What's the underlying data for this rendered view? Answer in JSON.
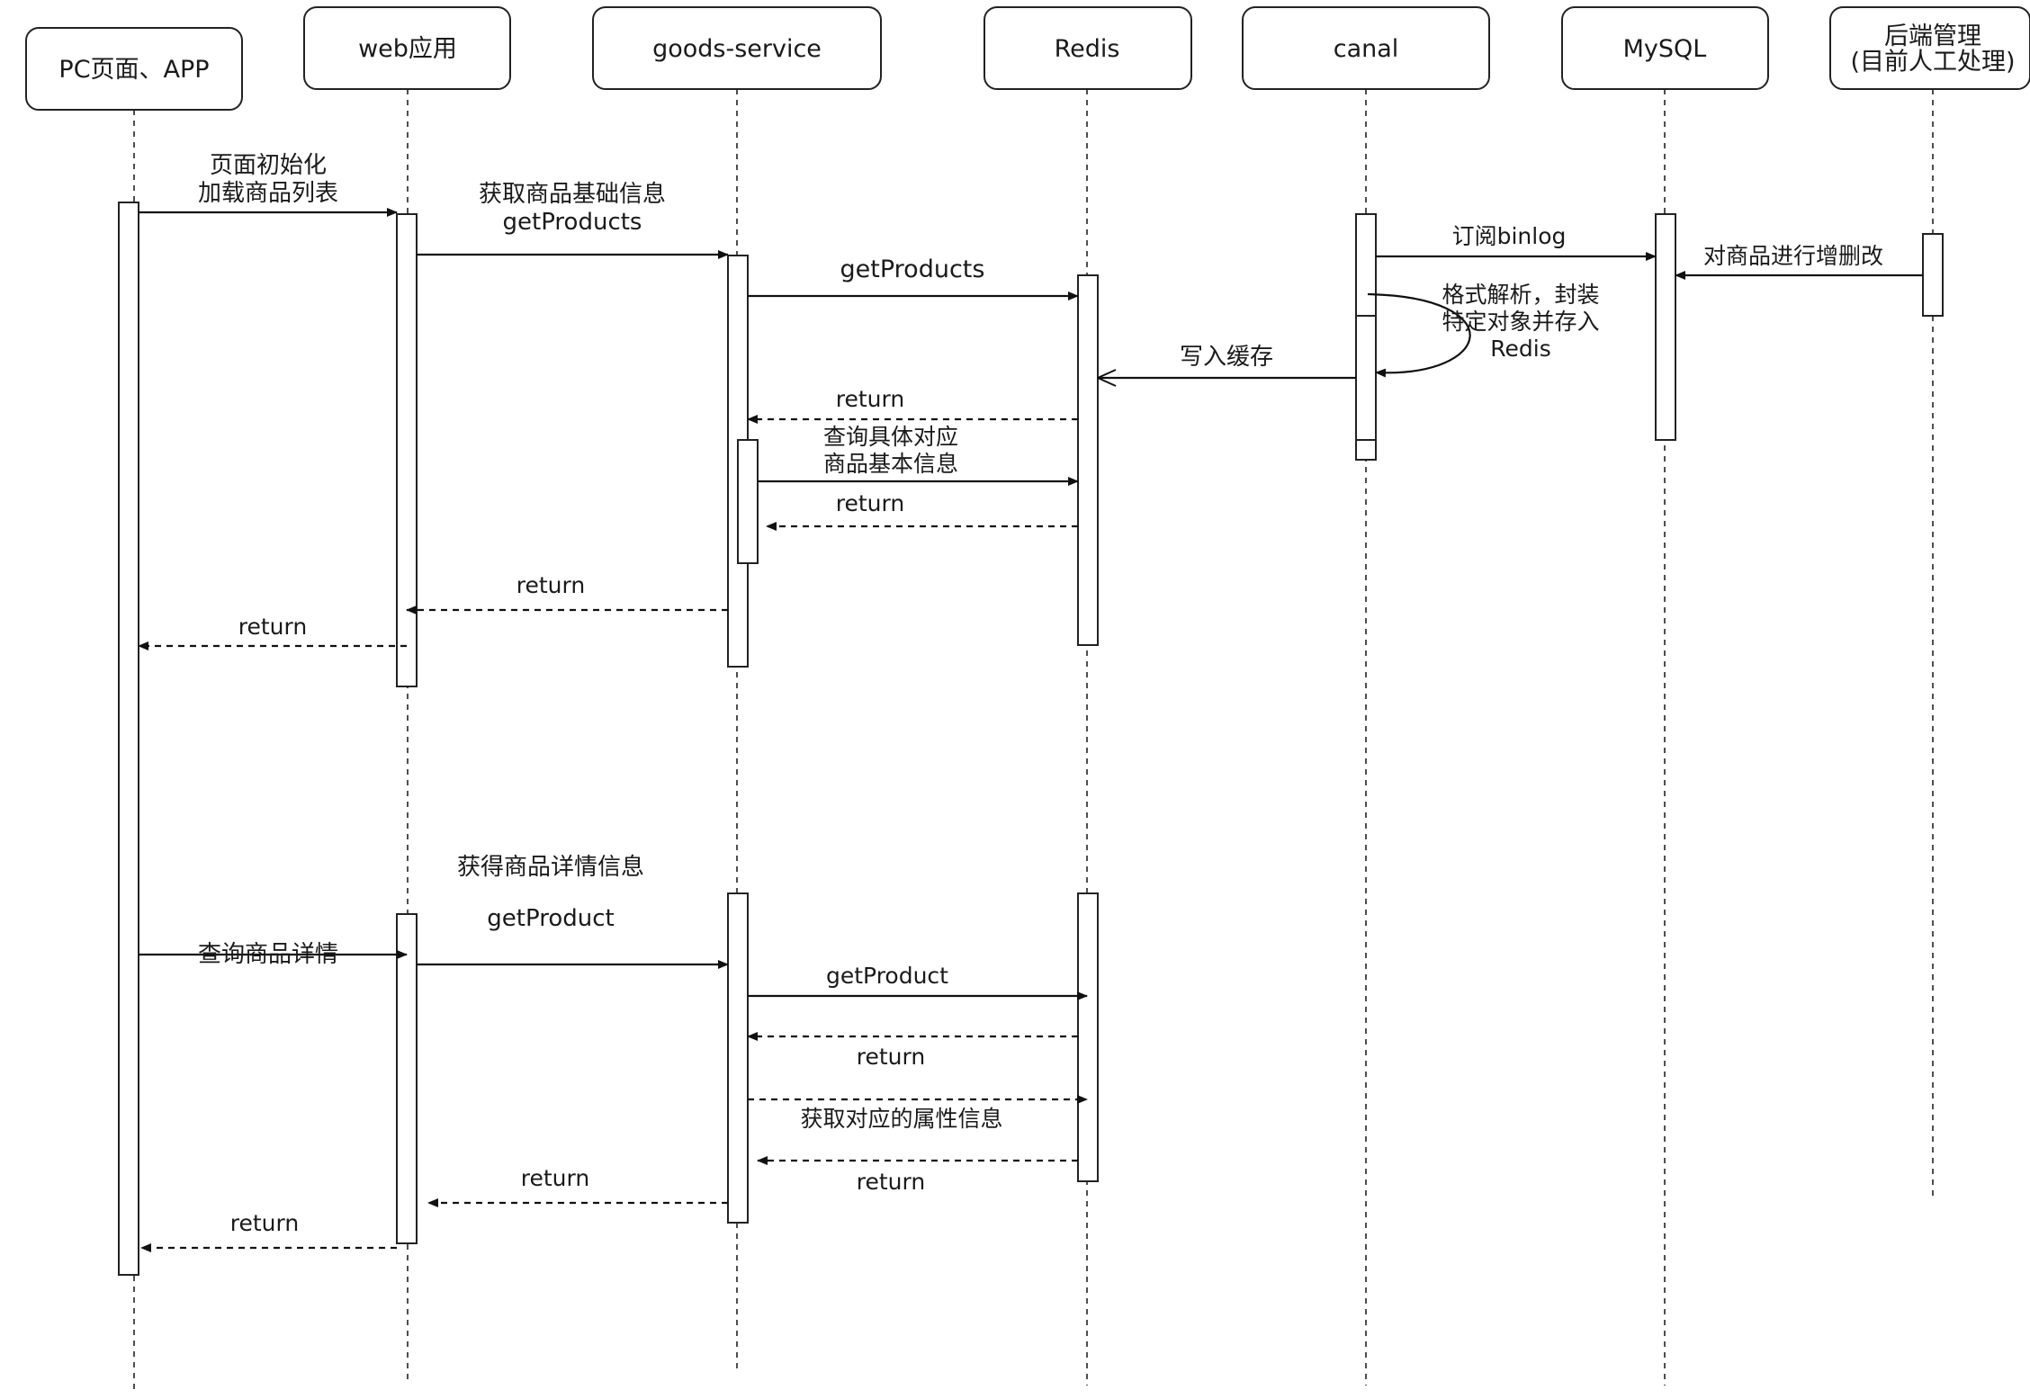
{
  "participants": [
    {
      "id": "pc",
      "lines": [
        "PC页面、APP"
      ]
    },
    {
      "id": "web",
      "lines": [
        "web应用"
      ]
    },
    {
      "id": "goods",
      "lines": [
        "goods-service"
      ]
    },
    {
      "id": "redis",
      "lines": [
        "Redis"
      ]
    },
    {
      "id": "canal",
      "lines": [
        "canal"
      ]
    },
    {
      "id": "mysql",
      "lines": [
        "MySQL"
      ]
    },
    {
      "id": "admin",
      "lines": [
        "后端管理",
        "(目前人工处理)"
      ]
    }
  ],
  "messages": [
    {
      "id": "m1",
      "from": "pc",
      "to": "web",
      "style": "solid",
      "lines": [
        "页面初始化",
        "加载商品列表"
      ]
    },
    {
      "id": "m2",
      "from": "web",
      "to": "goods",
      "style": "solid",
      "lines": [
        "获取商品基础信息",
        "getProducts"
      ]
    },
    {
      "id": "m3",
      "from": "goods",
      "to": "redis",
      "style": "solid",
      "lines": [
        "getProducts"
      ]
    },
    {
      "id": "m4",
      "from": "canal",
      "to": "mysql",
      "style": "solid",
      "lines": [
        "订阅binlog"
      ]
    },
    {
      "id": "m5",
      "from": "admin",
      "to": "mysql",
      "style": "solid",
      "lines": [
        "对商品进行增删改"
      ]
    },
    {
      "id": "m6",
      "from": "canal",
      "to": "canal",
      "style": "solid",
      "lines": [
        "格式解析，封装",
        "特定对象并存入",
        "Redis"
      ]
    },
    {
      "id": "m7",
      "from": "canal",
      "to": "redis",
      "style": "solid-open",
      "lines": [
        "写入缓存"
      ]
    },
    {
      "id": "m8",
      "from": "redis",
      "to": "goods",
      "style": "dashed",
      "lines": [
        "return"
      ]
    },
    {
      "id": "m9",
      "from": "goods",
      "to": "redis",
      "style": "solid",
      "lines": [
        "查询具体对应",
        "商品基本信息"
      ]
    },
    {
      "id": "m10",
      "from": "redis",
      "to": "goods",
      "style": "dashed",
      "lines": [
        "return"
      ]
    },
    {
      "id": "m11",
      "from": "goods",
      "to": "web",
      "style": "dashed",
      "lines": [
        "return"
      ]
    },
    {
      "id": "m12",
      "from": "web",
      "to": "pc",
      "style": "dashed",
      "lines": [
        "return"
      ]
    },
    {
      "id": "m13",
      "from": "web",
      "to": "goods",
      "style": "solid",
      "lines": [
        "获得商品详情信息",
        "getProduct"
      ]
    },
    {
      "id": "m14",
      "from": "pc",
      "to": "web",
      "style": "solid",
      "lines": [
        "查询商品详情"
      ]
    },
    {
      "id": "m15",
      "from": "goods",
      "to": "redis",
      "style": "solid",
      "lines": [
        "getProduct"
      ]
    },
    {
      "id": "m16",
      "from": "redis",
      "to": "goods",
      "style": "dashed",
      "lines": [
        "return"
      ]
    },
    {
      "id": "m17",
      "from": "goods",
      "to": "redis",
      "style": "dashed",
      "lines": [
        "获取对应的属性信息"
      ]
    },
    {
      "id": "m18",
      "from": "redis",
      "to": "goods",
      "style": "dashed",
      "lines": [
        "return"
      ]
    },
    {
      "id": "m19",
      "from": "goods",
      "to": "web",
      "style": "dashed",
      "lines": [
        "return"
      ]
    },
    {
      "id": "m20",
      "from": "web",
      "to": "pc",
      "style": "dashed",
      "lines": [
        "return"
      ]
    }
  ]
}
